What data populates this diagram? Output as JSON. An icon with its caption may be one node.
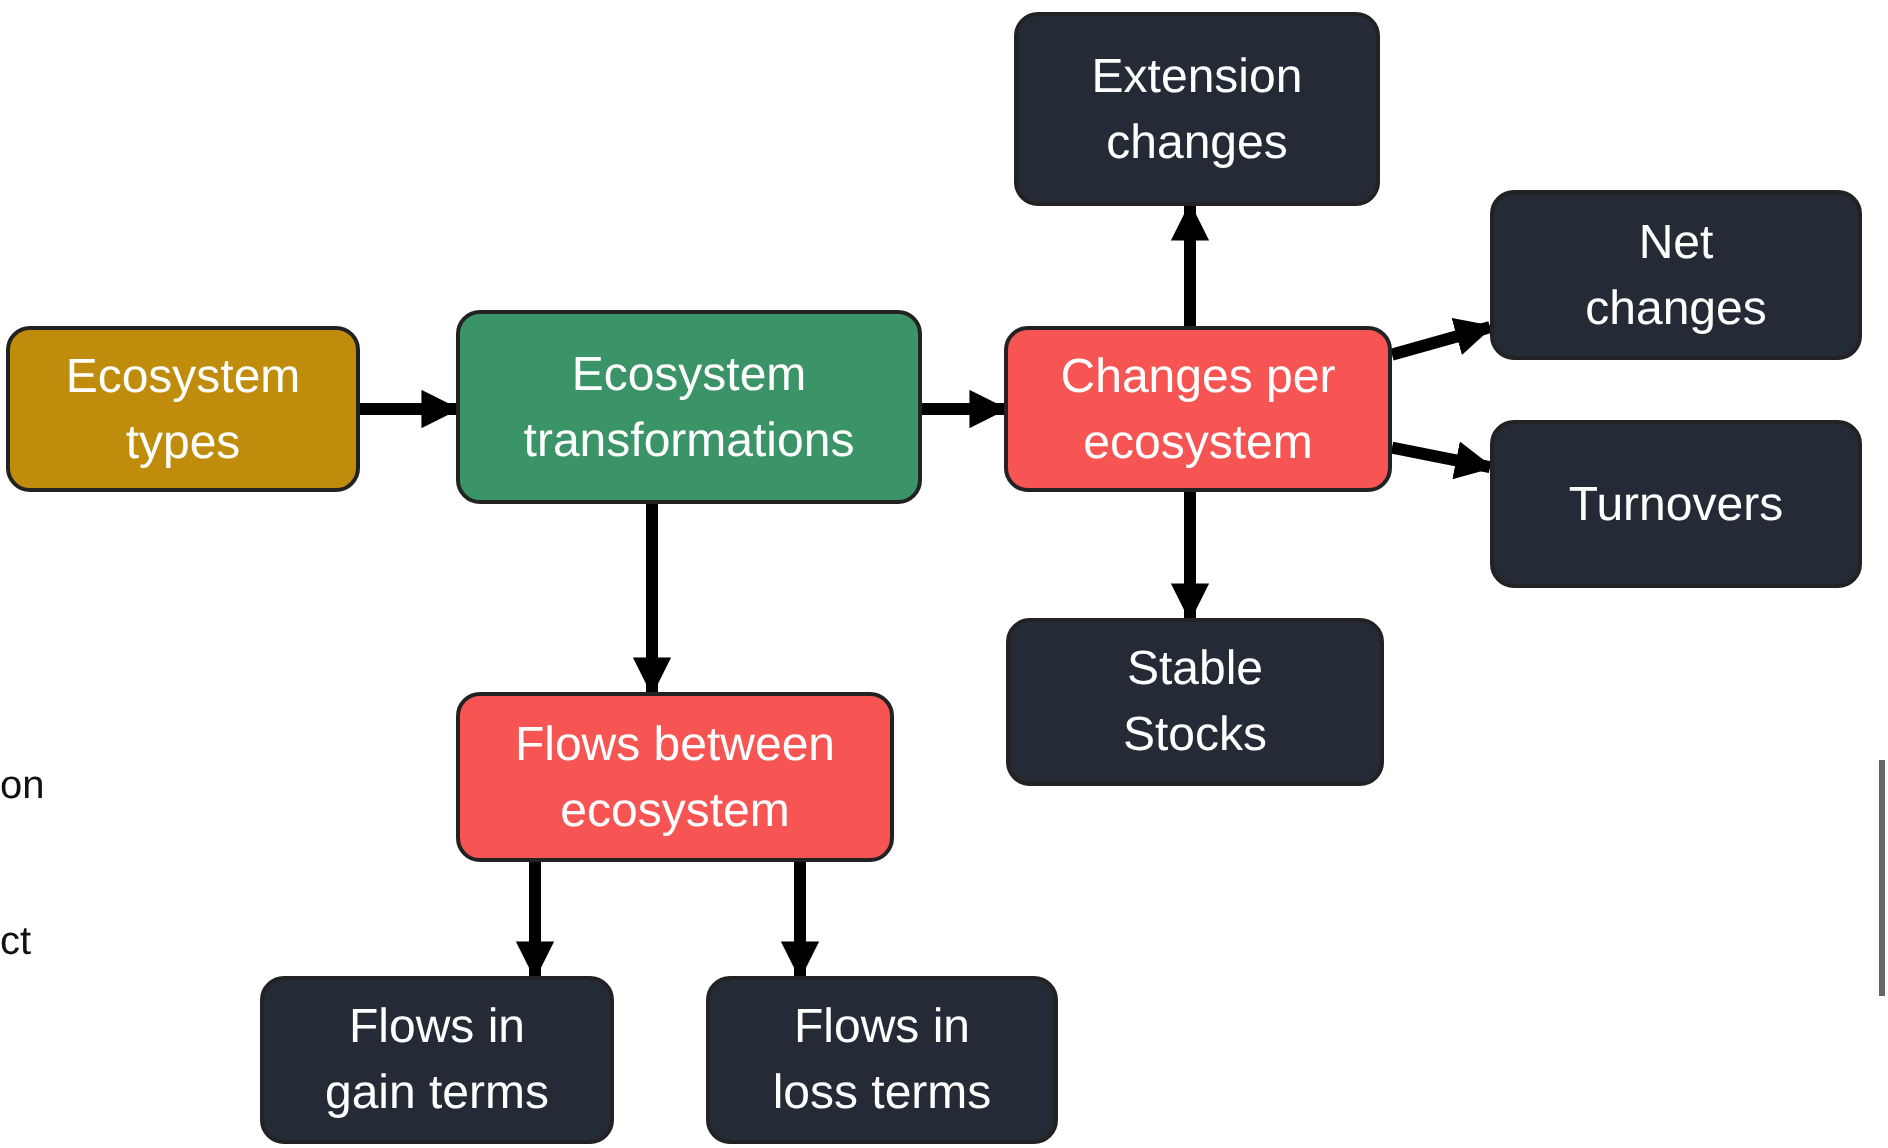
{
  "diagram": {
    "nodes": [
      {
        "text": [
          "Ecosystem types"
        ]
      },
      {
        "text": [
          "Ecosystem transformations"
        ]
      },
      {
        "text": [
          "Changes per ecosystem"
        ]
      },
      {
        "text": [
          "Extension changes"
        ]
      },
      {
        "text": [
          "Net changes"
        ]
      },
      {
        "text": [
          "Turnovers"
        ]
      },
      {
        "text": [
          "Stable Stocks"
        ]
      },
      {
        "text": [
          "Flows between ecosystem"
        ]
      },
      {
        "text": [
          "Flows in gain terms"
        ]
      },
      {
        "text": [
          "Flows in loss terms"
        ]
      }
    ],
    "edges": [
      {
        "from": 0,
        "to": 1,
        "arrow": "to"
      },
      {
        "from": 1,
        "to": 2,
        "arrow": "to"
      },
      {
        "from": 1,
        "to": 7,
        "arrow": "to"
      },
      {
        "from": 2,
        "to": 3,
        "arrow": "to"
      },
      {
        "from": 2,
        "to": 4,
        "arrow": "to"
      },
      {
        "from": 2,
        "to": 5,
        "arrow": "to"
      },
      {
        "from": 2,
        "to": 6,
        "arrow": "to"
      },
      {
        "from": 7,
        "to": 8,
        "arrow": "to"
      },
      {
        "from": 7,
        "to": 9,
        "arrow": "to"
      }
    ],
    "labels": [
      "on",
      "ct"
    ]
  }
}
